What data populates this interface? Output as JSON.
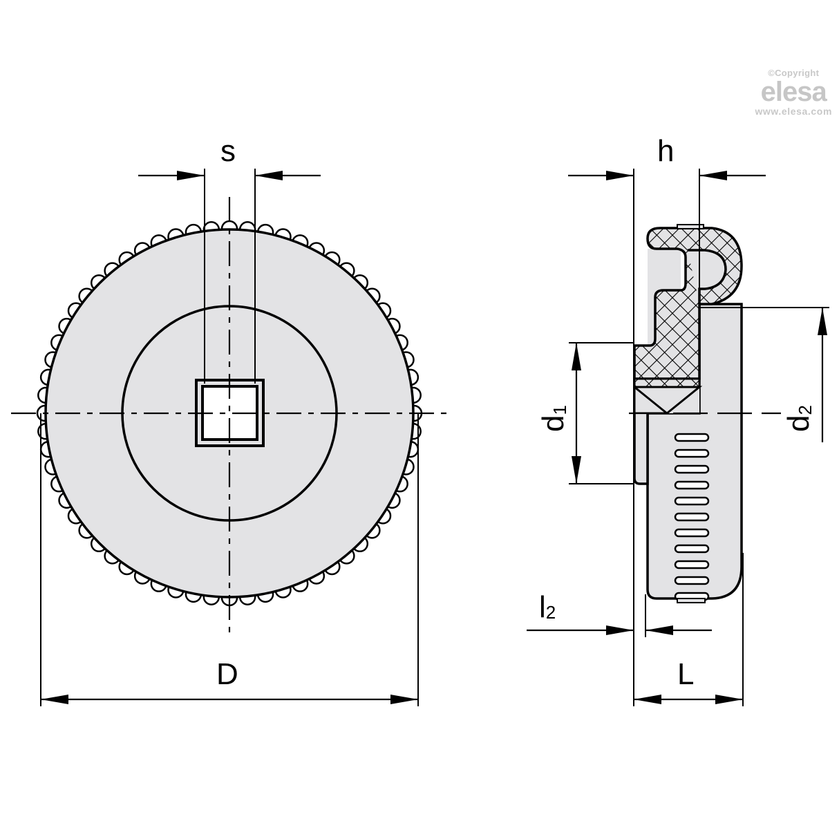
{
  "watermark": {
    "copyright": "©Copyright",
    "brand": "elesa",
    "url": "www.elesa.com"
  },
  "front_view": {
    "dimensions": {
      "s": "s",
      "D": "D"
    }
  },
  "side_view": {
    "dimensions": {
      "h": "h",
      "d1_main": "d",
      "d1_sub": "1",
      "d2_main": "d",
      "d2_sub": "2",
      "l2_main": "l",
      "l2_sub": "2",
      "L": "L"
    }
  },
  "colors": {
    "line": "#000000",
    "fill": "#e3e3e5",
    "hole": "#ffffff",
    "watermark": "#c8c8c8"
  }
}
